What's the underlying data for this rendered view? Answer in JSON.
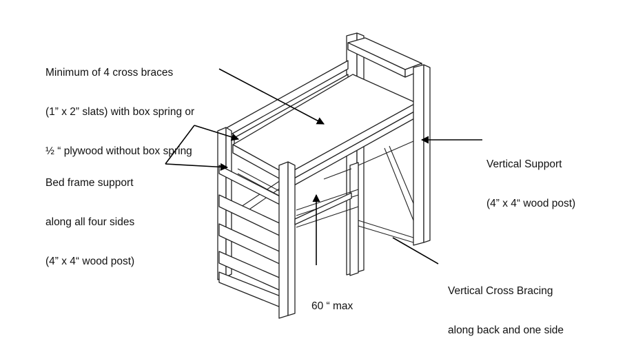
{
  "colors": {
    "line": "#222222",
    "background": "#ffffff"
  },
  "callouts": {
    "cross_braces": {
      "lines": [
        "Minimum of 4 cross braces",
        "(1” x 2” slats) with box spring or",
        "½ “ plywood without box spring"
      ]
    },
    "frame_support": {
      "lines": [
        "Bed frame support",
        "along all four sides",
        "(4” x 4“ wood post)"
      ]
    },
    "vertical_support": {
      "lines": [
        "Vertical Support",
        "(4” x 4“ wood post)"
      ]
    },
    "height_limit": {
      "lines": [
        "60 “ max"
      ]
    },
    "cross_bracing": {
      "lines": [
        "Vertical Cross Bracing",
        "along back and one side"
      ]
    }
  }
}
